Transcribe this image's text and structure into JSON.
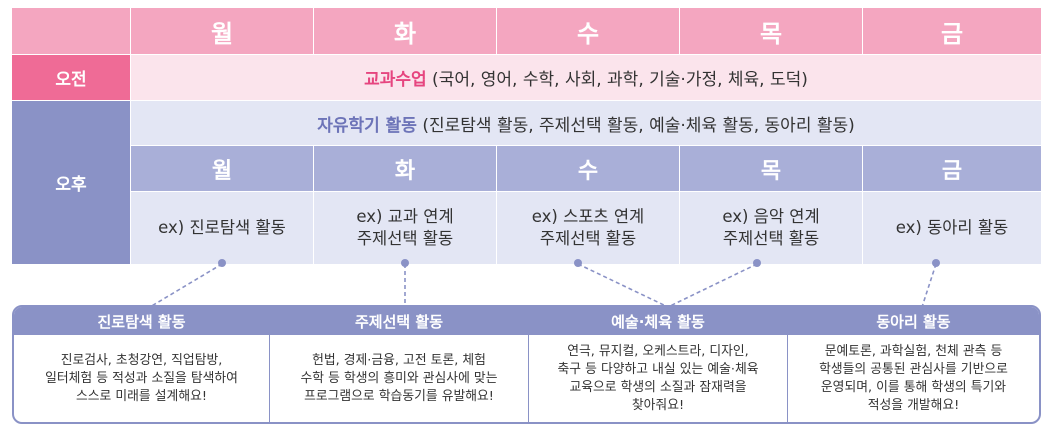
{
  "days": [
    "월",
    "화",
    "수",
    "목",
    "금"
  ],
  "morning": {
    "label": "오전",
    "highlight": "교과수업",
    "detail": " (국어, 영어, 수학, 사회, 과학, 기술·가정, 체육, 도덕)"
  },
  "afternoon": {
    "label": "오후",
    "highlight": "자유학기 활동",
    "detail": " (진로탐색 활동, 주제선택 활동, 예술·체육 활동, 동아리 활동)",
    "examples": [
      "ex) 진로탐색 활동",
      "ex) 교과 연계\n주제선택 활동",
      "ex) 스포츠 연계\n주제선택 활동",
      "ex) 음악 연계\n주제선택 활동",
      "ex) 동아리 활동"
    ]
  },
  "activities": [
    {
      "title": "진로탐색 활동",
      "desc": "진로검사, 초청강연, 직업탐방,\n일터체험 등 적성과 소질을 탐색하여\n스스로 미래를 설계해요!"
    },
    {
      "title": "주제선택 활동",
      "desc": "헌법, 경제·금융, 고전 토론, 체험\n수학 등 학생의 흥미와 관심사에 맞는\n프로그램으로 학습동기를 유발해요!"
    },
    {
      "title": "예술·체육 활동",
      "desc": "연극, 뮤지컬, 오케스트라, 디자인,\n축구 등 다양하고 내실 있는 예술·체육\n교육으로 학생의 소질과 잠재력을\n찾아줘요!"
    },
    {
      "title": "동아리 활동",
      "desc": "문예토론, 과학실험, 천체 관측 등\n학생들의 공통된 관심사를 기반으로\n운영되며, 이를 통해 학생의 특기와\n적성을 개발해요!"
    }
  ],
  "colors": {
    "pink": "#f4a6c0",
    "pink_dark": "#ef6b96",
    "pink_light": "#fbe4ec",
    "purple": "#8a92c6",
    "purple_light": "#e3e6f4"
  }
}
